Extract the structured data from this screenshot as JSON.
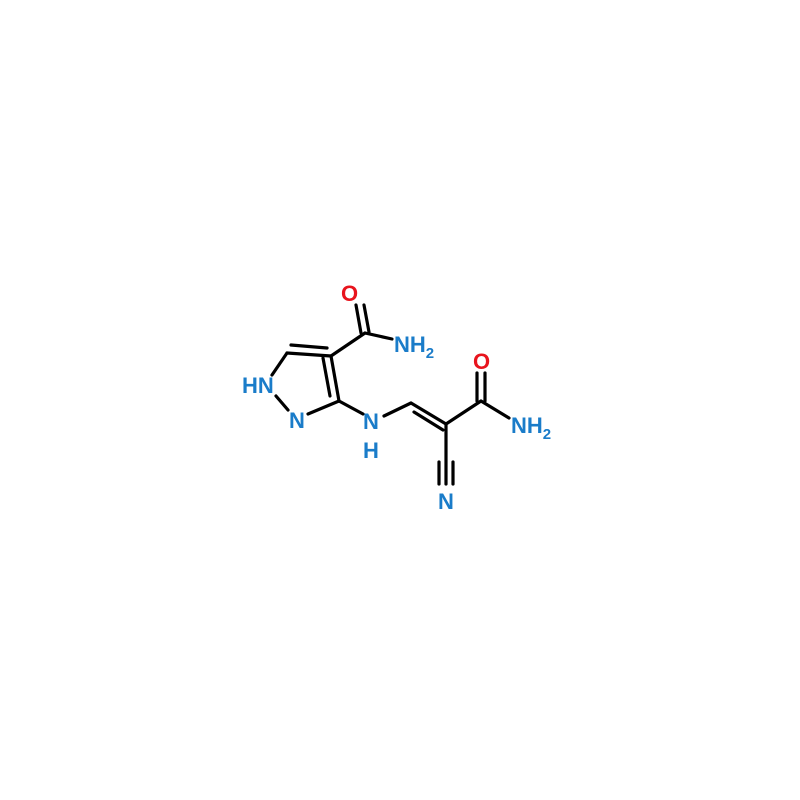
{
  "colors": {
    "nitrogen": "#1a7cc9",
    "oxygen": "#e8141d",
    "bond": "#000000",
    "background": "#ffffff"
  },
  "atoms": {
    "o1": {
      "text": "O",
      "element": "oxygen"
    },
    "nh2_1": {
      "text": "NH",
      "sub": "2",
      "element": "nitrogen"
    },
    "hn_ring": {
      "text": "HN",
      "element": "nitrogen"
    },
    "n_ring": {
      "text": "N",
      "element": "nitrogen"
    },
    "nh_link_n": {
      "text": "N",
      "element": "nitrogen"
    },
    "nh_link_h": {
      "text": "H",
      "element": "nitrogen"
    },
    "o2": {
      "text": "O",
      "element": "oxygen"
    },
    "nh2_2": {
      "text": "NH",
      "sub": "2",
      "element": "nitrogen"
    },
    "n_nitrile": {
      "text": "N",
      "element": "nitrogen"
    }
  }
}
